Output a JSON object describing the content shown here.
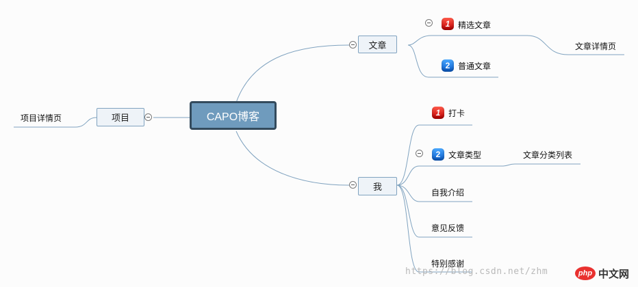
{
  "mindmap": {
    "root": "CAPO博客",
    "project": {
      "label": "项目",
      "child": "项目详情页"
    },
    "articles": {
      "label": "文章",
      "featured": {
        "badge": "1",
        "label": "精选文章"
      },
      "normal": {
        "badge": "2",
        "label": "普通文章"
      },
      "detail": "文章详情页"
    },
    "me": {
      "label": "我",
      "checkin": {
        "badge": "1",
        "label": "打卡"
      },
      "categories": {
        "badge": "2",
        "label": "文章类型"
      },
      "category_list": "文章分类列表",
      "intro": "自我介绍",
      "feedback": "意见反馈",
      "thanks": "特别感谢"
    }
  },
  "watermark": "https://blog.csdn.net/zhm",
  "site_logo": {
    "badge": "php",
    "text": "中文网"
  },
  "colors": {
    "line": "#7fa2bf",
    "root_fill": "#6f9bbd",
    "root_border": "#334a5c",
    "badge_red": "#d8141a",
    "badge_blue": "#1478e0"
  }
}
